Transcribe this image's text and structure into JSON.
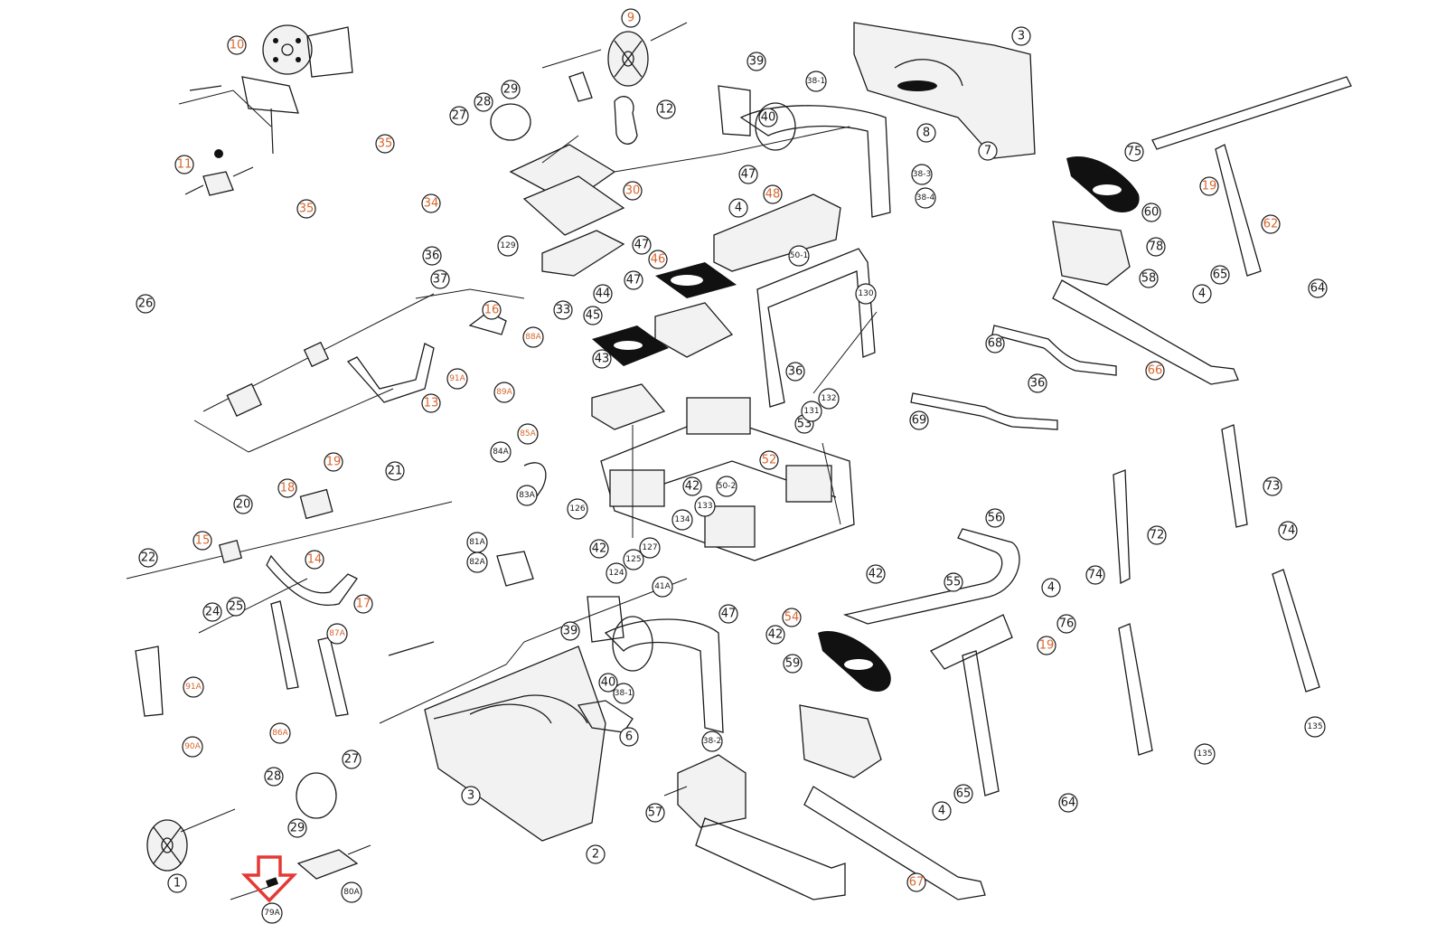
{
  "highlight": {
    "target": "79A",
    "color": "#e53935"
  },
  "colors": {
    "ink": "#1a1a1a",
    "orange_label": "#d9652b",
    "arrow": "#e53935"
  },
  "callouts": [
    {
      "id": "c1",
      "label": "1",
      "orange": false
    },
    {
      "id": "c2",
      "label": "2",
      "orange": false
    },
    {
      "id": "c3a",
      "label": "3",
      "orange": false
    },
    {
      "id": "c3b",
      "label": "3",
      "orange": false
    },
    {
      "id": "c4a",
      "label": "4",
      "orange": false
    },
    {
      "id": "c4b",
      "label": "4",
      "orange": false
    },
    {
      "id": "c4c",
      "label": "4",
      "orange": false
    },
    {
      "id": "c4d",
      "label": "4",
      "orange": false
    },
    {
      "id": "c6",
      "label": "6",
      "orange": false
    },
    {
      "id": "c7",
      "label": "7",
      "orange": false
    },
    {
      "id": "c8",
      "label": "8",
      "orange": false
    },
    {
      "id": "c9",
      "label": "9",
      "orange": true
    },
    {
      "id": "c10",
      "label": "10",
      "orange": true
    },
    {
      "id": "c11",
      "label": "11",
      "orange": true
    },
    {
      "id": "c12",
      "label": "12",
      "orange": false
    },
    {
      "id": "c13",
      "label": "13",
      "orange": true
    },
    {
      "id": "c14",
      "label": "14",
      "orange": true
    },
    {
      "id": "c15",
      "label": "15",
      "orange": true
    },
    {
      "id": "c16",
      "label": "16",
      "orange": true
    },
    {
      "id": "c17",
      "label": "17",
      "orange": true
    },
    {
      "id": "c18",
      "label": "18",
      "orange": true
    },
    {
      "id": "c19a",
      "label": "19",
      "orange": true
    },
    {
      "id": "c19b",
      "label": "19",
      "orange": true
    },
    {
      "id": "c19c",
      "label": "19",
      "orange": true
    },
    {
      "id": "c20",
      "label": "20",
      "orange": false
    },
    {
      "id": "c21",
      "label": "21",
      "orange": false
    },
    {
      "id": "c22",
      "label": "22",
      "orange": false
    },
    {
      "id": "c24",
      "label": "24",
      "orange": false
    },
    {
      "id": "c25",
      "label": "25",
      "orange": false
    },
    {
      "id": "c26",
      "label": "26",
      "orange": false
    },
    {
      "id": "c27a",
      "label": "27",
      "orange": false
    },
    {
      "id": "c27b",
      "label": "27",
      "orange": false
    },
    {
      "id": "c28a",
      "label": "28",
      "orange": false
    },
    {
      "id": "c28b",
      "label": "28",
      "orange": false
    },
    {
      "id": "c29a",
      "label": "29",
      "orange": false
    },
    {
      "id": "c29b",
      "label": "29",
      "orange": false
    },
    {
      "id": "c30",
      "label": "30",
      "orange": true
    },
    {
      "id": "c33",
      "label": "33",
      "orange": false
    },
    {
      "id": "c34",
      "label": "34",
      "orange": true
    },
    {
      "id": "c35a",
      "label": "35",
      "orange": true
    },
    {
      "id": "c35b",
      "label": "35",
      "orange": true
    },
    {
      "id": "c36a",
      "label": "36",
      "orange": false
    },
    {
      "id": "c36b",
      "label": "36",
      "orange": false
    },
    {
      "id": "c36c",
      "label": "36",
      "orange": false
    },
    {
      "id": "c37",
      "label": "37",
      "orange": false
    },
    {
      "id": "c381a",
      "label": "38-1",
      "orange": false
    },
    {
      "id": "c381b",
      "label": "38-1",
      "orange": false
    },
    {
      "id": "c382",
      "label": "38-2",
      "orange": false
    },
    {
      "id": "c383",
      "label": "38-3",
      "orange": false
    },
    {
      "id": "c384",
      "label": "38-4",
      "orange": false
    },
    {
      "id": "c39a",
      "label": "39",
      "orange": false
    },
    {
      "id": "c39b",
      "label": "39",
      "orange": false
    },
    {
      "id": "c40a",
      "label": "40",
      "orange": false
    },
    {
      "id": "c40b",
      "label": "40",
      "orange": false
    },
    {
      "id": "c41A",
      "label": "41A",
      "orange": false
    },
    {
      "id": "c42a",
      "label": "42",
      "orange": false
    },
    {
      "id": "c42b",
      "label": "42",
      "orange": false
    },
    {
      "id": "c42c",
      "label": "42",
      "orange": false
    },
    {
      "id": "c42d",
      "label": "42",
      "orange": false
    },
    {
      "id": "c43",
      "label": "43",
      "orange": false
    },
    {
      "id": "c44",
      "label": "44",
      "orange": false
    },
    {
      "id": "c45",
      "label": "45",
      "orange": false
    },
    {
      "id": "c46",
      "label": "46",
      "orange": true
    },
    {
      "id": "c47a",
      "label": "47",
      "orange": false
    },
    {
      "id": "c47b",
      "label": "47",
      "orange": false
    },
    {
      "id": "c47c",
      "label": "47",
      "orange": false
    },
    {
      "id": "c47d",
      "label": "47",
      "orange": false
    },
    {
      "id": "c48",
      "label": "48",
      "orange": true
    },
    {
      "id": "c501",
      "label": "50-1",
      "orange": false
    },
    {
      "id": "c502",
      "label": "50-2",
      "orange": false
    },
    {
      "id": "c52",
      "label": "52",
      "orange": true
    },
    {
      "id": "c53",
      "label": "53",
      "orange": false
    },
    {
      "id": "c54",
      "label": "54",
      "orange": true
    },
    {
      "id": "c55",
      "label": "55",
      "orange": false
    },
    {
      "id": "c56",
      "label": "56",
      "orange": false
    },
    {
      "id": "c57",
      "label": "57",
      "orange": false
    },
    {
      "id": "c58",
      "label": "58",
      "orange": false
    },
    {
      "id": "c59",
      "label": "59",
      "orange": false
    },
    {
      "id": "c60",
      "label": "60",
      "orange": false
    },
    {
      "id": "c62",
      "label": "62",
      "orange": true
    },
    {
      "id": "c64a",
      "label": "64",
      "orange": false
    },
    {
      "id": "c64b",
      "label": "64",
      "orange": false
    },
    {
      "id": "c65a",
      "label": "65",
      "orange": false
    },
    {
      "id": "c65b",
      "label": "65",
      "orange": false
    },
    {
      "id": "c66",
      "label": "66",
      "orange": true
    },
    {
      "id": "c67",
      "label": "67",
      "orange": true
    },
    {
      "id": "c68",
      "label": "68",
      "orange": false
    },
    {
      "id": "c69",
      "label": "69",
      "orange": false
    },
    {
      "id": "c72",
      "label": "72",
      "orange": false
    },
    {
      "id": "c73",
      "label": "73",
      "orange": false
    },
    {
      "id": "c74a",
      "label": "74",
      "orange": false
    },
    {
      "id": "c74b",
      "label": "74",
      "orange": false
    },
    {
      "id": "c75",
      "label": "75",
      "orange": false
    },
    {
      "id": "c76",
      "label": "76",
      "orange": false
    },
    {
      "id": "c78",
      "label": "78",
      "orange": false
    },
    {
      "id": "c79A",
      "label": "79A",
      "orange": false
    },
    {
      "id": "c80A",
      "label": "80A",
      "orange": false
    },
    {
      "id": "c81A",
      "label": "81A",
      "orange": false
    },
    {
      "id": "c82A",
      "label": "82A",
      "orange": false
    },
    {
      "id": "c83A",
      "label": "83A",
      "orange": false
    },
    {
      "id": "c84A",
      "label": "84A",
      "orange": false
    },
    {
      "id": "c85A",
      "label": "85A",
      "orange": true
    },
    {
      "id": "c86A",
      "label": "86A",
      "orange": true
    },
    {
      "id": "c87A",
      "label": "87A",
      "orange": true
    },
    {
      "id": "c88A",
      "label": "88A",
      "orange": true
    },
    {
      "id": "c89A",
      "label": "89A",
      "orange": true
    },
    {
      "id": "c90A",
      "label": "90A",
      "orange": true
    },
    {
      "id": "c91Aa",
      "label": "91A",
      "orange": true
    },
    {
      "id": "c91Ab",
      "label": "91A",
      "orange": true
    },
    {
      "id": "c124",
      "label": "124",
      "orange": false
    },
    {
      "id": "c125",
      "label": "125",
      "orange": false
    },
    {
      "id": "c126",
      "label": "126",
      "orange": false
    },
    {
      "id": "c127",
      "label": "127",
      "orange": false
    },
    {
      "id": "c129",
      "label": "129",
      "orange": false
    },
    {
      "id": "c130",
      "label": "130",
      "orange": false
    },
    {
      "id": "c131",
      "label": "131",
      "orange": false
    },
    {
      "id": "c132",
      "label": "132",
      "orange": false
    },
    {
      "id": "c133",
      "label": "133",
      "orange": false
    },
    {
      "id": "c134",
      "label": "134",
      "orange": false
    },
    {
      "id": "c135a",
      "label": "135",
      "orange": false
    },
    {
      "id": "c135b",
      "label": "135",
      "orange": false
    }
  ]
}
